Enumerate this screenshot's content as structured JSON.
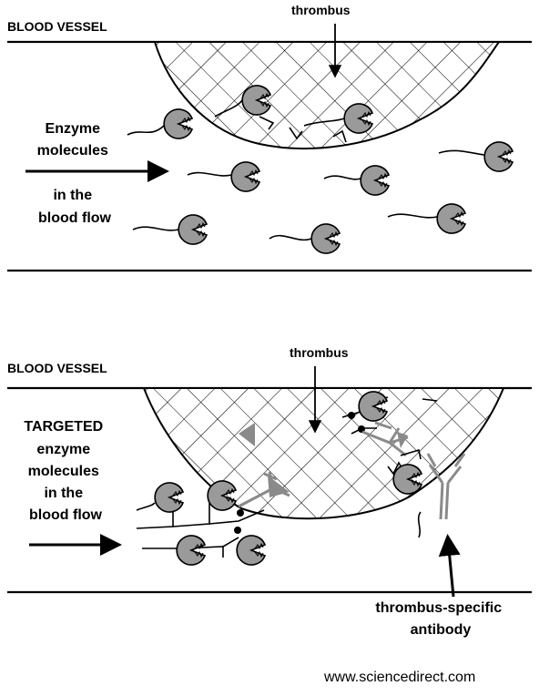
{
  "top_panel": {
    "vessel_label": "BLOOD VESSEL",
    "thrombus_label": "thrombus",
    "flow_label_lines": [
      "Enzyme",
      "molecules",
      "in the",
      "blood flow"
    ]
  },
  "bottom_panel": {
    "vessel_label": "BLOOD VESSEL",
    "thrombus_label": "thrombus",
    "flow_label_lines": [
      "TARGETED",
      "enzyme",
      "molecules",
      "in the",
      "blood flow"
    ],
    "antibody_label_lines": [
      "thrombus-specific",
      "antibody"
    ]
  },
  "source": "www.sciencedirect.com",
  "colors": {
    "line": "#000000",
    "enzyme_fill": "#9a9a9a",
    "antibody": "#8a8a8a",
    "background": "#ffffff"
  }
}
